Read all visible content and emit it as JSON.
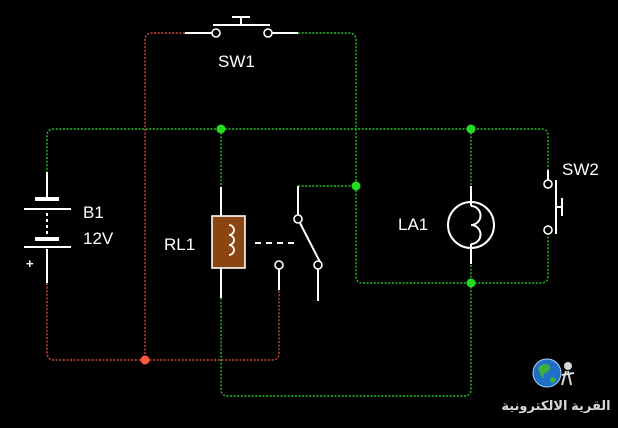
{
  "diagram": {
    "components": {
      "sw1": {
        "label": "SW1"
      },
      "sw2": {
        "label": "SW2"
      },
      "b1": {
        "label": "B1",
        "voltage": "12V",
        "polarity": "+"
      },
      "rl1": {
        "label": "RL1"
      },
      "la1": {
        "label": "LA1"
      }
    },
    "watermark": {
      "text": "القرية الالكترونية",
      "icon": "globe-person-icon"
    },
    "colors": {
      "background": "#000000",
      "wire_energized": "#d04a3c",
      "wire_ground": "#22c422",
      "component": "#ffffff",
      "relay_coil_fill": "#8b4513",
      "junction_red": "#ff5a3c",
      "junction_green": "#22dd22"
    }
  }
}
